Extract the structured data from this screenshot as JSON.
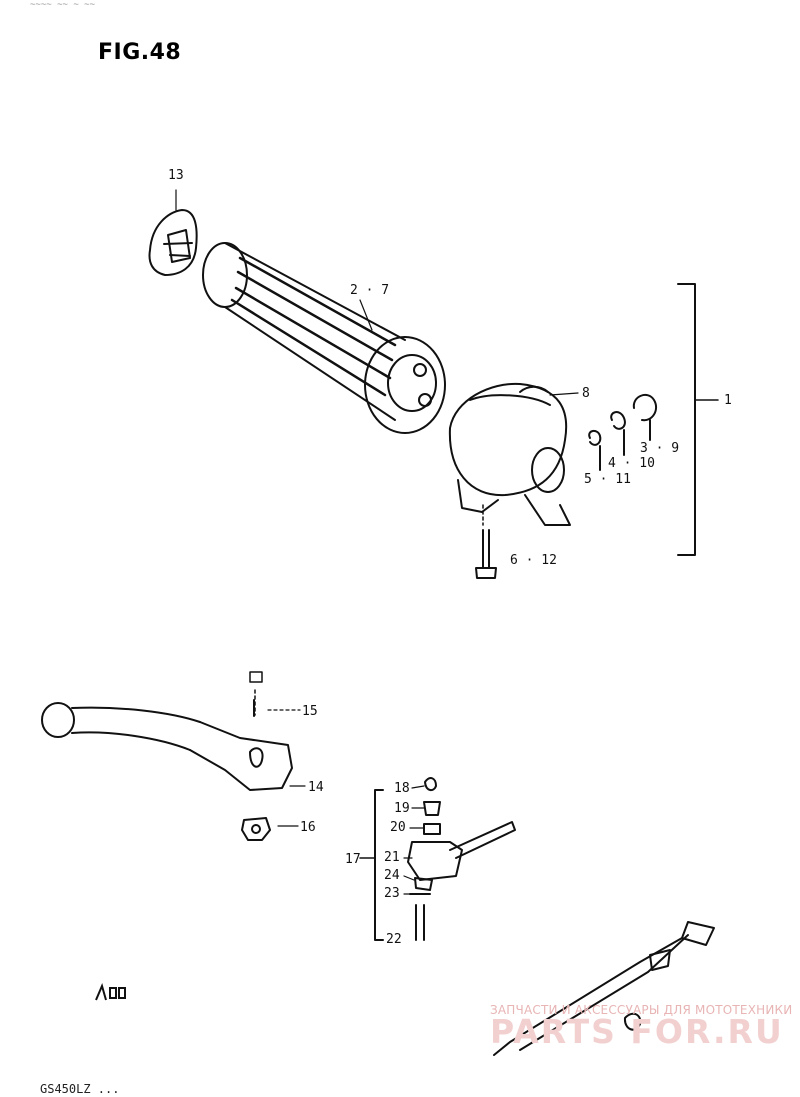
{
  "figure": {
    "title": "FIG.48",
    "footer_code": "GS450LZ ..."
  },
  "callouts": {
    "c13": "13",
    "c2_7": "2 · 7",
    "c8": "8",
    "c1": "1",
    "c3_9": "3 · 9",
    "c4_10": "4 · 10",
    "c5_11": "5 · 11",
    "c6_12": "6 · 12",
    "c15": "15",
    "c14": "14",
    "c16": "16",
    "c17": "17",
    "c18": "18",
    "c19": "19",
    "c20": "20",
    "c21": "21",
    "c24": "24",
    "c23": "23",
    "c22": "22"
  },
  "watermark": {
    "tagline": "ЗАПЧАСТИ И АКСЕССУАРЫ ДЛЯ МОТОТЕХНИКИ",
    "logo_text": "PARTS FOR.RU"
  },
  "colors": {
    "line": "#111111",
    "watermark": "#f2d0d0"
  }
}
